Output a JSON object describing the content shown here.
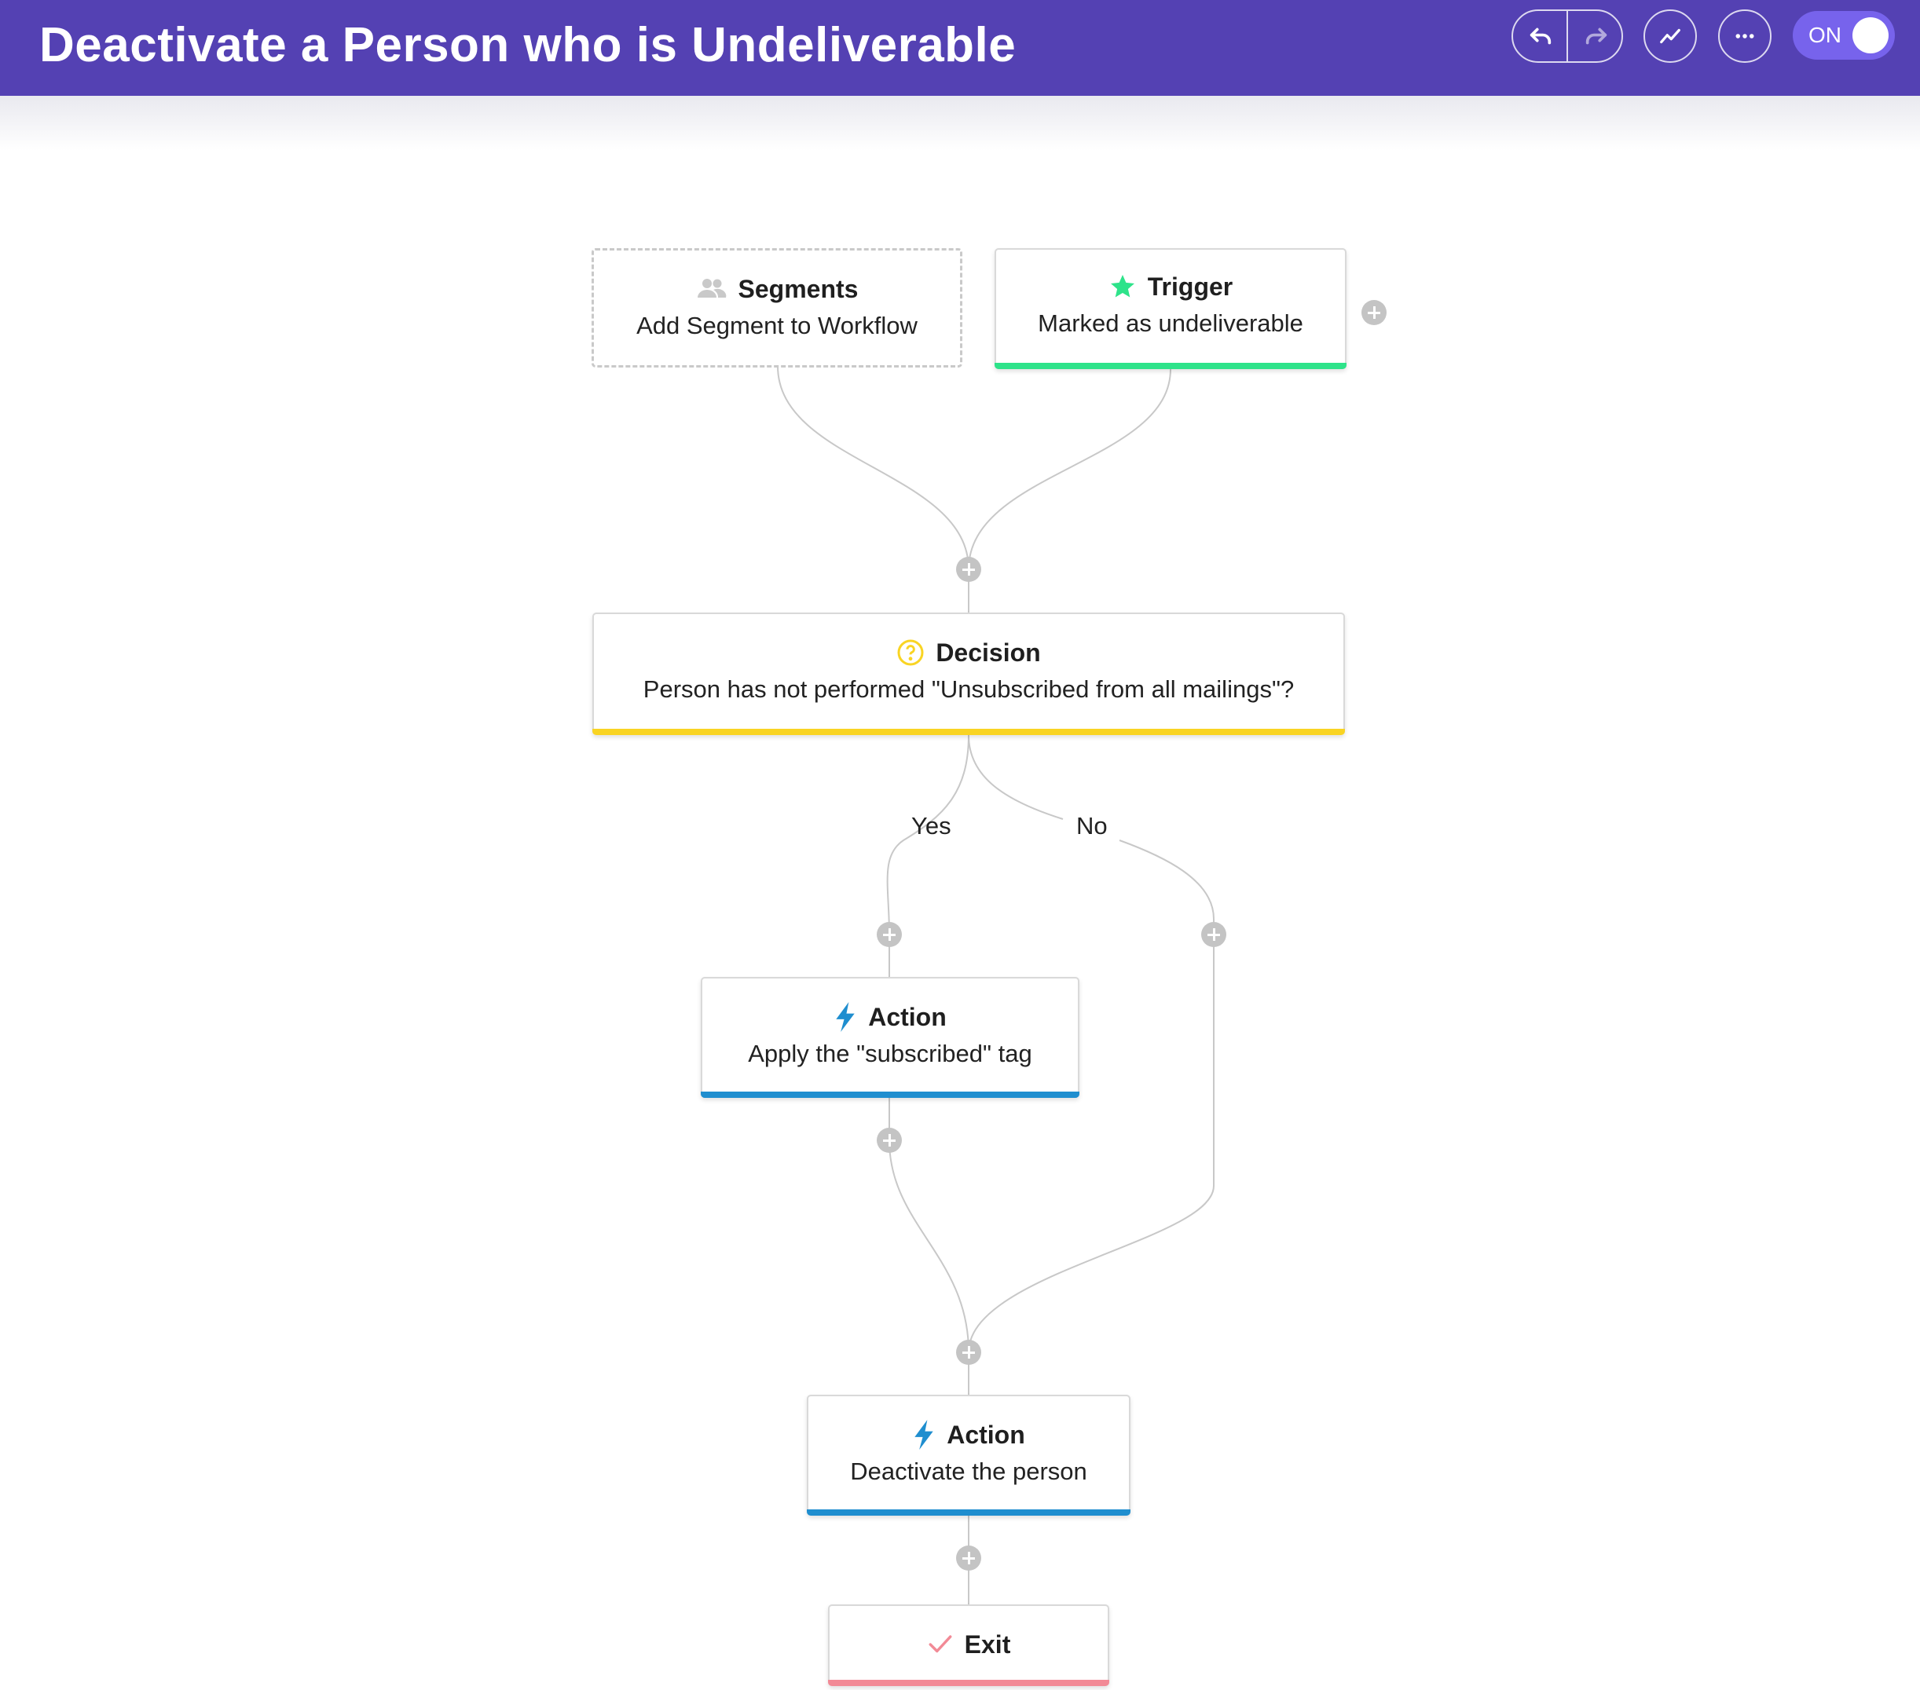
{
  "header": {
    "title": "Deactivate a Person who is Undeliverable",
    "toggle_label": "ON",
    "color": "#5441b3"
  },
  "icons": {
    "undo": "undo-icon",
    "redo": "redo-icon",
    "analytics": "trend-chart-icon",
    "more": "more-dots-icon",
    "segments": "people-icon",
    "trigger": "star-icon",
    "decision": "question-circle-icon",
    "action": "lightning-bolt-icon",
    "exit": "checkmark-icon"
  },
  "colors": {
    "trigger_bar": "#2ee38a",
    "decision_bar": "#f9d423",
    "action_bar": "#1f8ecf",
    "exit_bar": "#f28a96"
  },
  "workflow": {
    "segments": {
      "title": "Segments",
      "subtitle": "Add Segment to Workflow"
    },
    "trigger": {
      "title": "Trigger",
      "subtitle": "Marked as undeliverable"
    },
    "decision": {
      "title": "Decision",
      "subtitle": "Person has not performed \"Unsubscribed from all mailings\"?"
    },
    "branch_yes": "Yes",
    "branch_no": "No",
    "action1": {
      "title": "Action",
      "subtitle": "Apply the \"subscribed\" tag"
    },
    "action2": {
      "title": "Action",
      "subtitle": "Deactivate the person"
    },
    "exit": {
      "title": "Exit"
    }
  }
}
